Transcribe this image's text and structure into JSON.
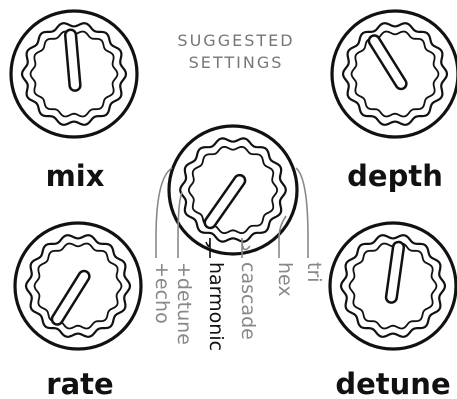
{
  "colors": {
    "ink": "#111111",
    "muted": "#888888",
    "background": "#ffffff"
  },
  "suggested": {
    "title_line1": "SUGGESTED",
    "title_line2": "SETTINGS"
  },
  "knobs": {
    "mix": {
      "label": "mix"
    },
    "depth": {
      "label": "depth"
    },
    "rate": {
      "label": "rate"
    },
    "detune": {
      "label": "detune"
    },
    "preset": {
      "label": ""
    }
  },
  "presets": [
    {
      "label": "+echo",
      "emphasis": false
    },
    {
      "label": "+detune",
      "emphasis": false
    },
    {
      "label": "harmonic",
      "emphasis": true
    },
    {
      "label": "cascade",
      "emphasis": false
    },
    {
      "label": "hex",
      "emphasis": false
    },
    {
      "label": "tri",
      "emphasis": false
    }
  ]
}
